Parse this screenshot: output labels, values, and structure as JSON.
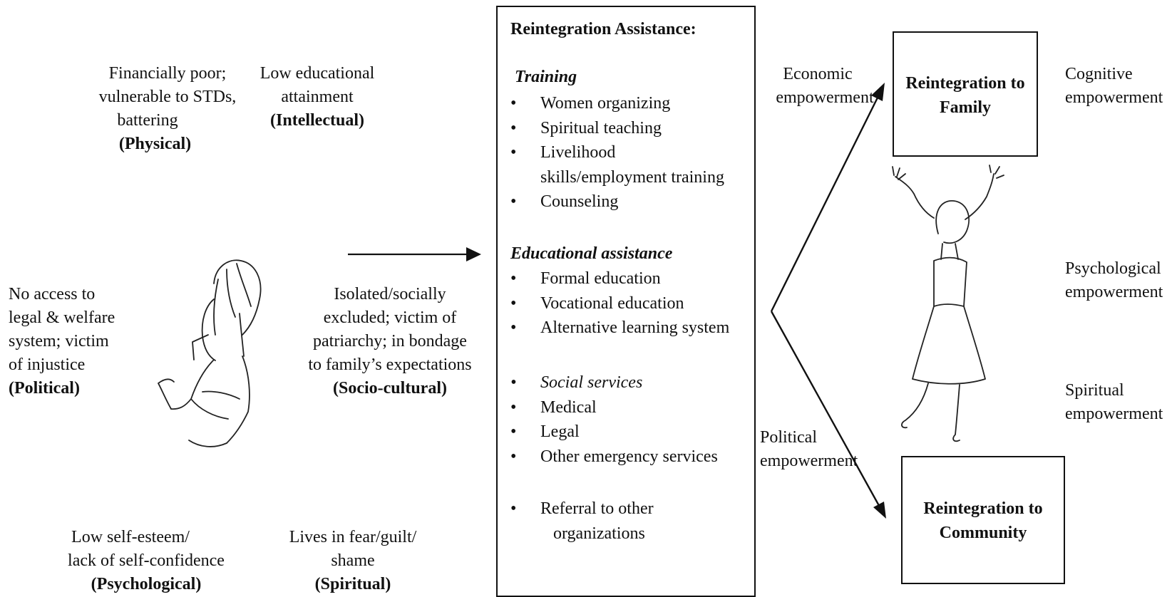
{
  "left_labels": {
    "physical": {
      "lines": [
        "Financially poor;",
        "vulnerable to STDs,",
        "battering"
      ],
      "category": "(Physical)"
    },
    "intellectual": {
      "lines": [
        "Low educational",
        "attainment"
      ],
      "category": "(Intellectual)"
    },
    "political": {
      "lines": [
        "No access to",
        "legal & welfare",
        "system; victim",
        "of injustice"
      ],
      "category": "(Political)"
    },
    "sociocultural": {
      "lines": [
        "Isolated/socially",
        "excluded; victim of",
        "patriarchy; in bondage",
        "to family’s expectations"
      ],
      "category": "(Socio-cultural)"
    },
    "psychological": {
      "lines": [
        "Low self-esteem/",
        "lack of self-confidence"
      ],
      "category": "(Psychological)"
    },
    "spiritual": {
      "lines": [
        "Lives in fear/guilt/",
        "shame"
      ],
      "category": "(Spiritual)"
    }
  },
  "assistance": {
    "title": "Reintegration Assistance:",
    "training": {
      "heading": "Training",
      "items": [
        "Women organizing",
        "Spiritual teaching",
        "Livelihood",
        "skills/employment training",
        "Counseling"
      ]
    },
    "educational": {
      "heading": "Educational assistance",
      "items": [
        "Formal education",
        "Vocational education",
        "Alternative learning system"
      ]
    },
    "social": {
      "heading": "Social services",
      "items": [
        "Medical",
        "Legal",
        "Other emergency services"
      ]
    },
    "referral": [
      "Referral to other",
      "organizations"
    ]
  },
  "outcomes": {
    "family": [
      "Reintegration to",
      "Family"
    ],
    "community": [
      "Reintegration to",
      "Community"
    ]
  },
  "empowerment": {
    "economic": [
      "Economic",
      "empowerment"
    ],
    "political": [
      "Political",
      "empowerment"
    ],
    "cognitive": [
      "Cognitive",
      "empowerment"
    ],
    "psychological": [
      "Psychological",
      "empowerment"
    ],
    "spiritual": [
      "Spiritual",
      "empowerment"
    ]
  }
}
